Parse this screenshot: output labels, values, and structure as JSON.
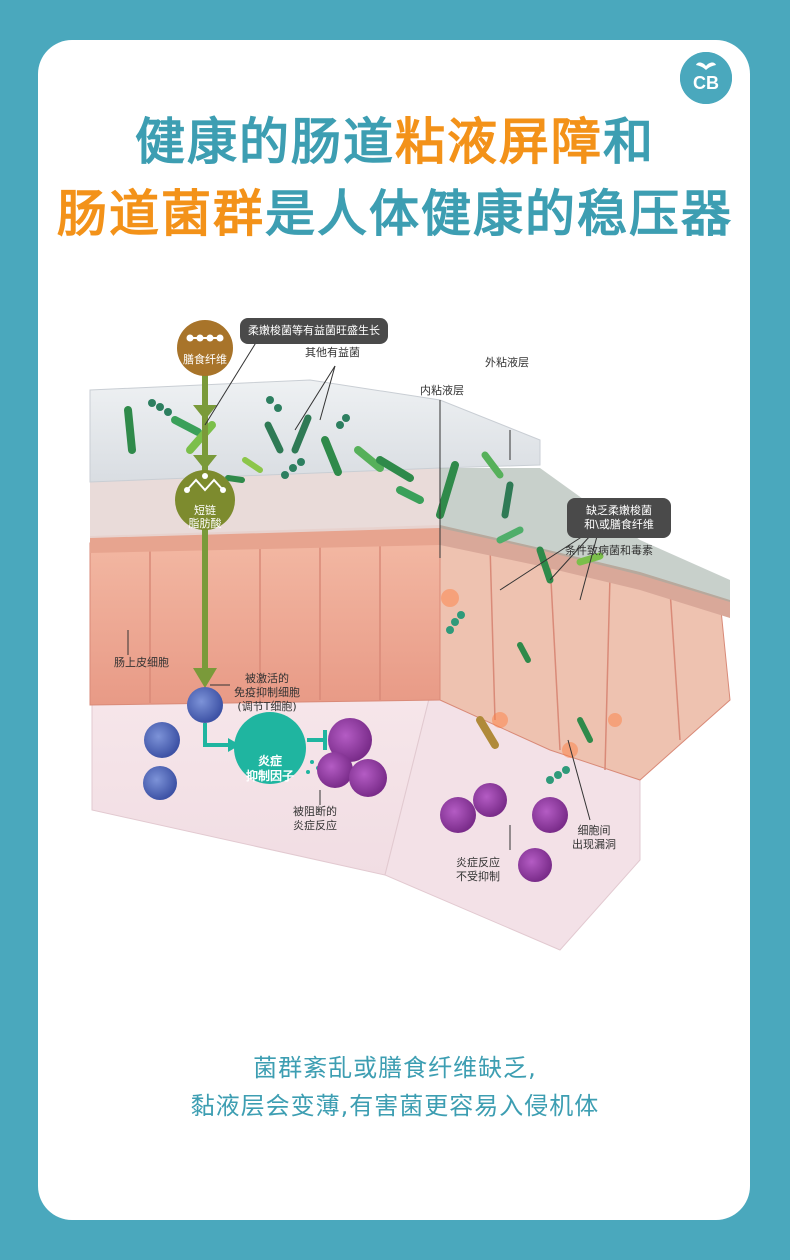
{
  "logo": {
    "icon": "cb-leaf-logo",
    "text": "CB"
  },
  "headline": {
    "line1": [
      {
        "text": "健康的肠道",
        "color": "teal"
      },
      {
        "text": "粘液屏障",
        "color": "orange"
      },
      {
        "text": "和",
        "color": "teal"
      }
    ],
    "line2": [
      {
        "text": "肠道菌群",
        "color": "orange"
      },
      {
        "text": "是人体健康的稳压器",
        "color": "teal"
      }
    ]
  },
  "illustration": {
    "beneficial_bacteria_note": "柔嫩梭菌等有益菌旺盛生长",
    "dietary_fiber": "膳食纤维",
    "other_beneficial": "其他有益菌",
    "inner_mucus": "内粘液层",
    "outer_mucus": "外粘液层",
    "scfa_line1": "短链",
    "scfa_line2": "脂肪酸",
    "lack_note_line1": "缺乏柔嫩梭菌",
    "lack_note_line2": "和\\或膳食纤维",
    "pathogens": "条件致病菌和毒素",
    "epithelial": "肠上皮细胞",
    "treg_line1": "被激活的",
    "treg_line2": "免疫抑制细胞",
    "treg_line3": "(调节T细胞)",
    "factor_line1": "炎症",
    "factor_line2": "抑制因子",
    "blocked_line1": "被阻断的",
    "blocked_line2": "炎症反应",
    "uncontrolled_line1": "炎症反应",
    "uncontrolled_line2": "不受抑制",
    "leak_line1": "细胞间",
    "leak_line2": "出现漏洞"
  },
  "caption": {
    "line1": "菌群紊乱或膳食纤维缺乏,",
    "line2": "黏液层会变薄,有害菌更容易入侵机体"
  },
  "colors": {
    "background": "#4aa8bd",
    "teal": "#3d9eb2",
    "orange": "#f39219",
    "fiber_node": "#a8742a",
    "scfa_node": "#7d8b2e",
    "arrow": "#7a9a3a",
    "factor": "#1fb5a0"
  }
}
